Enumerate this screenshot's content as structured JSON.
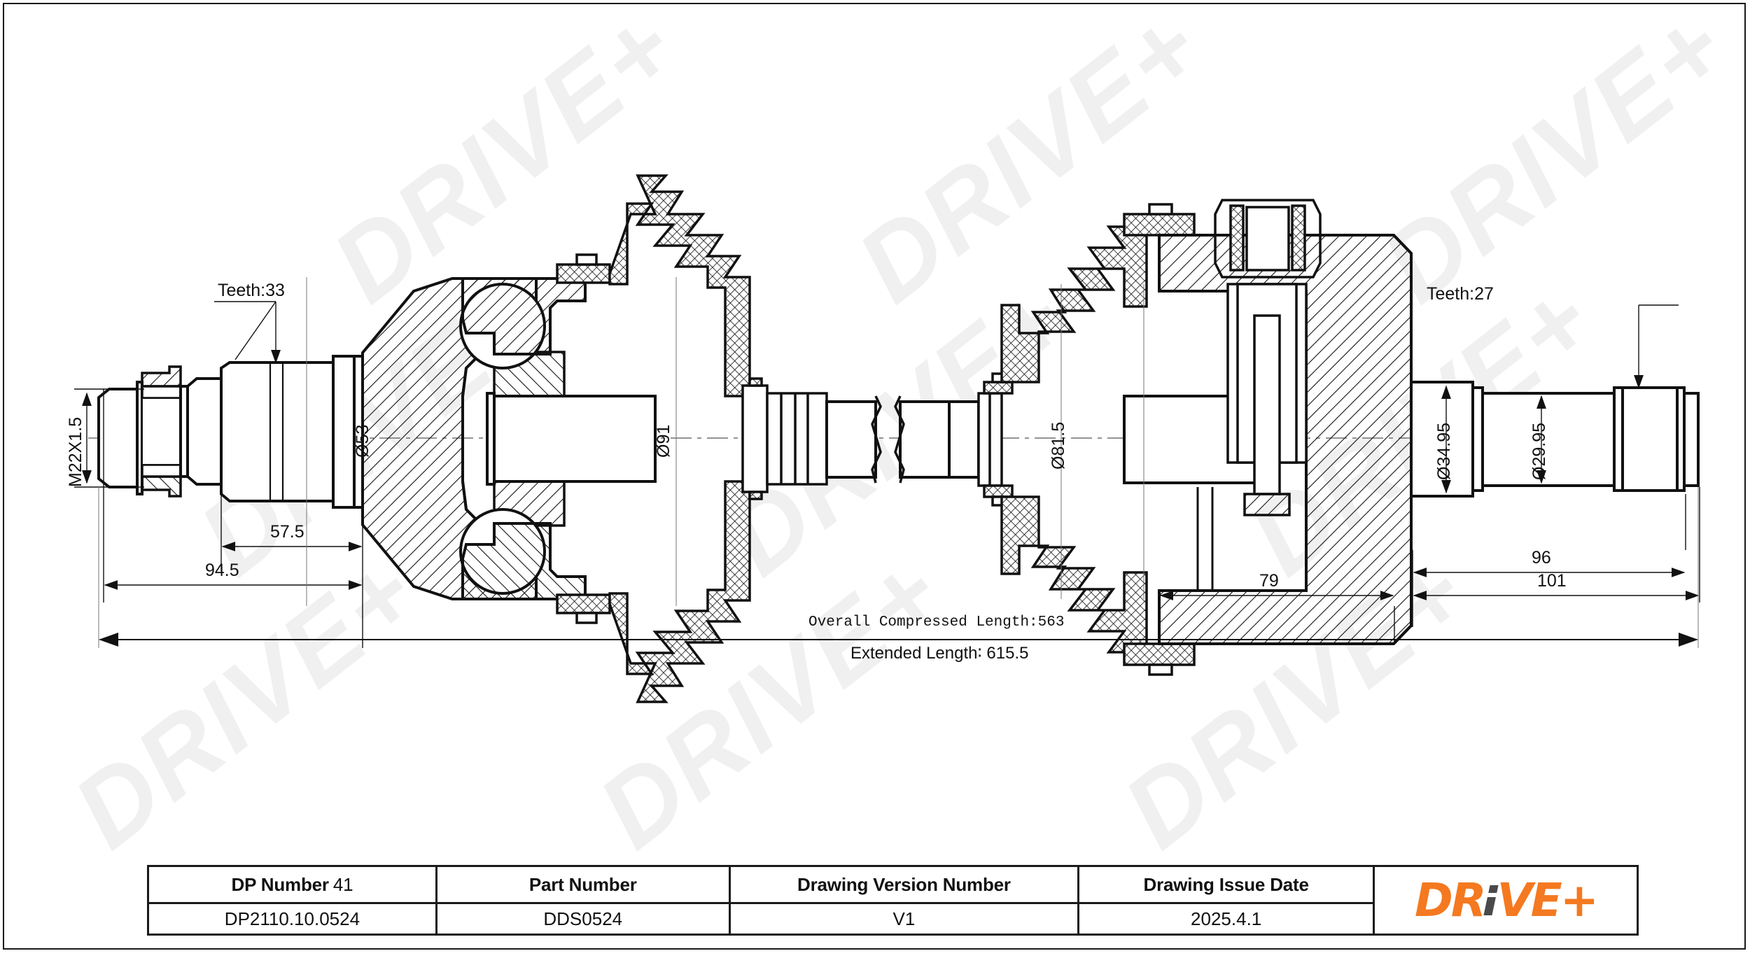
{
  "drawing": {
    "type": "technical-engineering-drawing",
    "subject": "CV axle drive shaft assembly, sectioned side view",
    "labels": {
      "thread": "M22X1.5",
      "teeth_left": "Teeth:33",
      "teeth_right": "Teeth:27",
      "dia_53": "Ø53",
      "dia_91": "Ø91",
      "dia_815": "Ø81.5",
      "dia_3495": "Ø34.95",
      "dia_2995": "Ø29.95",
      "len_575": "57.5",
      "len_945": "94.5",
      "len_79": "79",
      "len_96": "96",
      "len_101": "101",
      "overall_compressed": "Overall Compressed Length:563",
      "extended": "Extended  Length∶ 615.5"
    },
    "watermark_text": "DRIVE+"
  },
  "titleblock": {
    "columns": [
      {
        "header": "DP Number",
        "header_light": "41",
        "value": "DP2110.10.0524"
      },
      {
        "header": "Part Number",
        "header_light": "",
        "value": "DDS0524"
      },
      {
        "header": "Drawing Version Number",
        "header_light": "",
        "value": "V1"
      },
      {
        "header": "Drawing Issue Date",
        "header_light": "",
        "value": "2025.4.1"
      }
    ],
    "logo": {
      "part1": "DR",
      "part2": "VE",
      "part3": "+",
      "accent": "#F47920",
      "dark": "#4a4a4a"
    }
  }
}
